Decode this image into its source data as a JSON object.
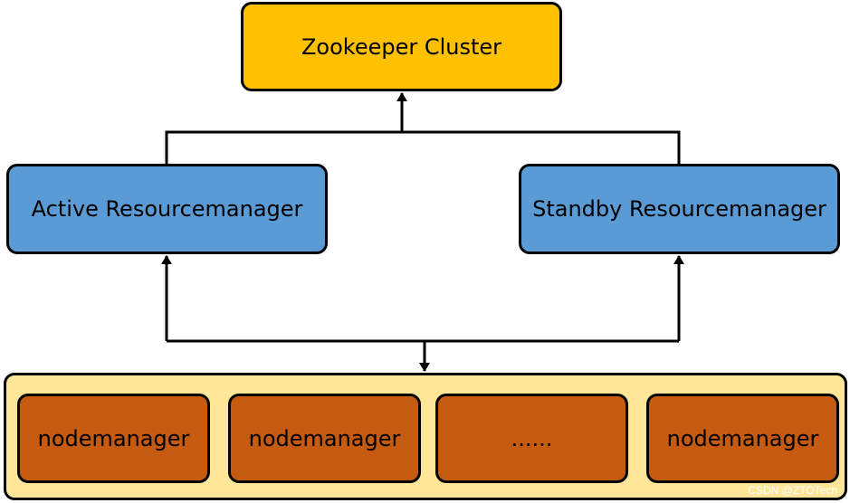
{
  "colors": {
    "zookeeper_fill": "#FFC000",
    "resourcemanager_fill": "#5B9BD5",
    "node_container_fill": "#FFE699",
    "nodemanager_fill": "#C55A11",
    "line": "#000000"
  },
  "diagram": {
    "zookeeper": {
      "label": "Zookeeper Cluster"
    },
    "active_rm": {
      "label": "Active Resourcemanager"
    },
    "standby_rm": {
      "label": "Standby Resourcemanager"
    },
    "nodemanagers": [
      {
        "label": "nodemanager"
      },
      {
        "label": "nodemanager"
      },
      {
        "label": "......"
      },
      {
        "label": "nodemanager"
      }
    ]
  },
  "watermark": "CSDN @ZTOTech"
}
